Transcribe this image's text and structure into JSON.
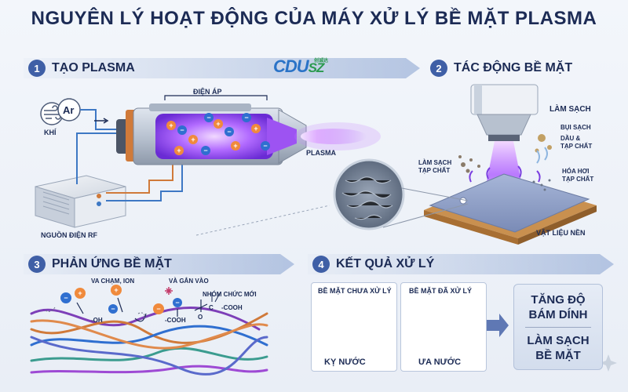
{
  "title": "NGUYÊN LÝ HOẠT ĐỘNG CỦA MÁY XỬ LÝ BỀ MẶT PLASMA",
  "logo": {
    "main": "CDU",
    "suffix": "SZ",
    "chinese": "创诚达"
  },
  "step1": {
    "number": "1",
    "label": "TẠO PLASMA",
    "voltage": "ĐIỆN ÁP",
    "gas_symbol": "Ar",
    "gas": "KHÍ",
    "plasma": "PLASMA",
    "rf_source": "NGUỒN ĐIỆN RF"
  },
  "step2": {
    "number": "2",
    "label": "TÁC ĐỘNG BỀ MẶT",
    "cleaning": "LÀM SẠCH",
    "dust": "BỤI SẠCH",
    "oil": "DẦU &",
    "impurity": "TẠP CHẤT",
    "clean_impurity_1": "LÀM SẠCH",
    "clean_impurity_2": "TẠP CHẤT",
    "evaporate_1": "HÓA HƠI",
    "evaporate_2": "TẠP CHẤT",
    "substrate": "VẬT LIỆU NỀN"
  },
  "step3": {
    "number": "3",
    "label": "PHẢN ỨNG BỀ MẶT",
    "collision": "VA CHẠM, ION",
    "attach": "VÀ GẮN VÀO",
    "new_group": "NHÓM CHỨC MỚI",
    "oh": "-OH",
    "cooh1": "-COOH",
    "cooh2": "-COOH",
    "carbon": "C",
    "oxygen": "O"
  },
  "step4": {
    "number": "4",
    "label": "KẾT QUẢ XỬ LÝ",
    "untreated": "BỀ MẶT CHƯA XỬ LÝ",
    "treated": "BỀ MẶT ĐÃ XỬ LÝ",
    "hydrophobic": "KỴ NƯỚC",
    "hydrophilic": "ƯA NƯỚC",
    "result1_line1": "TĂNG ĐỘ",
    "result1_line2": "BÁM DÍNH",
    "result2_line1": "LÀM SẠCH",
    "result2_line2": "BỀ MẶT"
  },
  "colors": {
    "accent": "#3f5fa6",
    "plasma": "#8a3df0",
    "plasma_glow": "#c680ff",
    "copper": "#d07a3a",
    "navy": "#1c2b55"
  },
  "icons": [
    "wind-icon",
    "sparkle-icon"
  ]
}
